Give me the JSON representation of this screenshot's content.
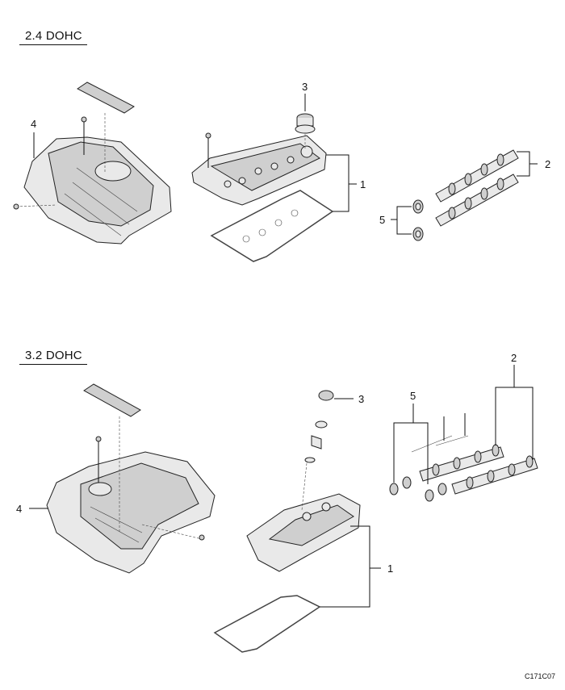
{
  "sections": [
    {
      "title": "2.4 DOHC"
    },
    {
      "title": "3.2 DOHC"
    }
  ],
  "callouts": {
    "s1": {
      "a": "1",
      "b": "2",
      "c": "3",
      "d": "4",
      "e": "5"
    },
    "s2": {
      "a": "1",
      "b": "2",
      "c": "3",
      "d": "4",
      "e": "5"
    }
  },
  "figure_code": "C171C07"
}
